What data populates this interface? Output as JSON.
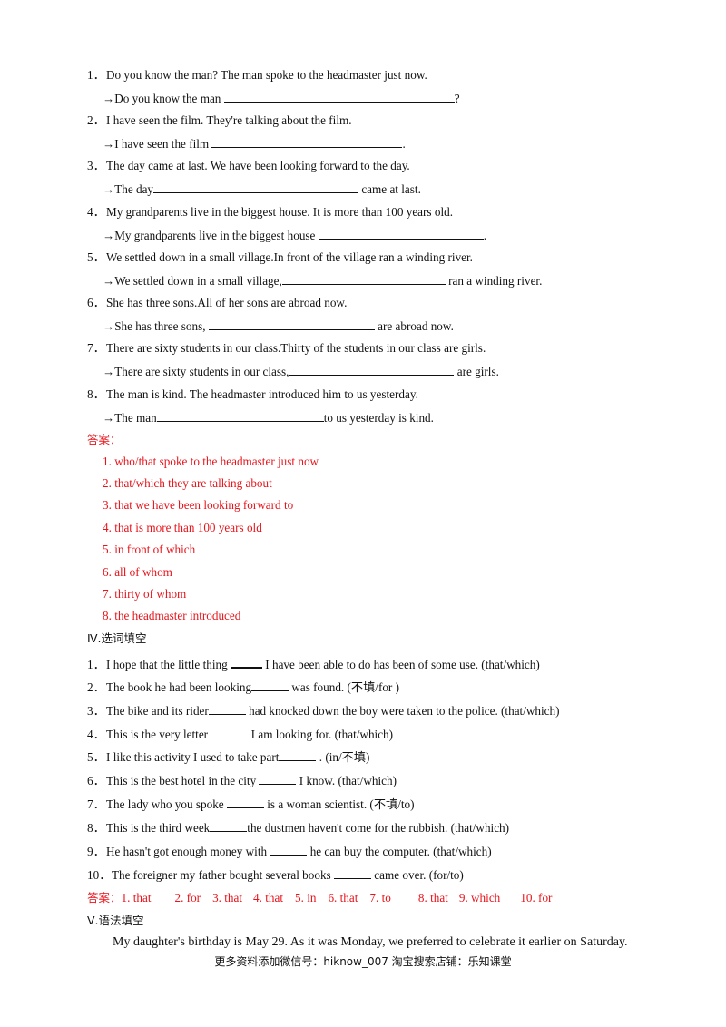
{
  "section3": {
    "questions": [
      {
        "num": "1．",
        "q": "Do you know the man? The man spoke to the headmaster just now.",
        "pre": "→Do you know the man ",
        "post": "?"
      },
      {
        "num": "2．",
        "q": "I have seen the film. They're talking about the film.",
        "pre": "→I have seen the film ",
        "post": "."
      },
      {
        "num": "3．",
        "q": "The day came at last. We have been looking forward to the day.",
        "pre": "→The day",
        "post": " came at last."
      },
      {
        "num": "4．",
        "q": "My grandparents live in the biggest house. It is more than 100 years old.",
        "pre": "→My grandparents live in the biggest house ",
        "post": "."
      },
      {
        "num": "5．",
        "q": "We settled down in a small village.In front of the village ran a winding river.",
        "pre": "→We settled down in a small village,",
        "post": " ran a winding river."
      },
      {
        "num": "6．",
        "q": "She has three sons.All of her sons are abroad now.",
        "pre": "→She has three sons, ",
        "post": " are abroad now."
      },
      {
        "num": "7．",
        "q": "There are sixty students in our class.Thirty of the students in our class are girls.",
        "pre": "→There are sixty students in our class,",
        "post": " are girls."
      },
      {
        "num": "8．",
        "q": "The man is kind. The headmaster introduced him to us yesterday.",
        "pre": "→The man",
        "post": "to us yesterday is kind."
      }
    ],
    "answer_label": "答案：",
    "answers": [
      "1. who/that spoke to the headmaster just now",
      "2. that/which they are talking about",
      "3. that we have been looking forward to",
      "4. that is more than 100 years old",
      "5. in front of which",
      "6. all of whom",
      "7. thirty of whom",
      "8. the headmaster introduced"
    ]
  },
  "section4": {
    "title": "Ⅳ.选词填空",
    "questions": [
      {
        "num": "1．",
        "pre": "I hope that the little thing ",
        "post": " I have been able to do has been of some use. (that/which)"
      },
      {
        "num": "2．",
        "pre": "The book he had been looking",
        "post": " was found. (不填/for )"
      },
      {
        "num": "3．",
        "pre": "The bike and its rider",
        "post": " had knocked down the boy were taken to the police. (that/which)"
      },
      {
        "num": "4．",
        "pre": "This is the very letter ",
        "post": " I am looking for. (that/which)"
      },
      {
        "num": "5．",
        "pre": "I like this activity I used to take part",
        "post": " . (in/不填)"
      },
      {
        "num": "6．",
        "pre": "This is the best hotel in the city ",
        "post": " I know. (that/which)"
      },
      {
        "num": "7．",
        "pre": "The lady who you spoke ",
        "post": " is a woman scientist. (不填/to)"
      },
      {
        "num": "8．",
        "pre": "This is the third week",
        "post": "the dustmen haven't come for the rubbish. (that/which)"
      },
      {
        "num": "9．",
        "pre": "He hasn't got enough money with ",
        "post": " he can buy the computer. (that/which)"
      },
      {
        "num": "10．",
        "pre": "The foreigner my father bought several books ",
        "post": " came over. (for/to)"
      }
    ],
    "answer_label": "答案：",
    "answers": [
      "1. that",
      "2. for",
      "3. that",
      "4. that",
      "5. in",
      "6. that",
      "7. to",
      "8. that",
      "9. which",
      "10. for"
    ]
  },
  "section5": {
    "title": "Ⅴ.语法填空",
    "passage_first_line": "My daughter's birthday is May 29. As it was Monday, we preferred to celebrate it earlier on Saturday."
  },
  "footer": "更多资料添加微信号：hiknow_007   淘宝搜索店铺：乐知课堂"
}
